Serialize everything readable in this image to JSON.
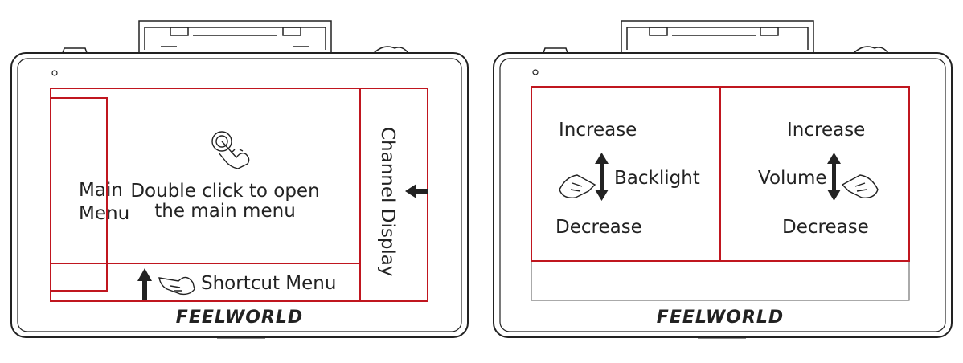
{
  "brand": "FEELWORLD",
  "left_panel": {
    "main_menu_label": [
      "Main",
      "Menu"
    ],
    "center_label": [
      "Double click to open",
      "the main menu"
    ],
    "channel_label": "Channel Display",
    "shortcut_label": "Shortcut Menu"
  },
  "right_panel": {
    "backlight": {
      "increase": "Increase",
      "label": "Backlight",
      "decrease": "Decrease"
    },
    "volume": {
      "increase": "Increase",
      "label": "Volume",
      "decrease": "Decrease"
    }
  },
  "colors": {
    "zone_border": "#c0161f",
    "line_art": "#222222"
  },
  "icons": [
    "tap-gesture-icon",
    "pointing-hand-icon",
    "up-arrow-icon",
    "left-arrow-icon",
    "double-arrow-icon"
  ]
}
